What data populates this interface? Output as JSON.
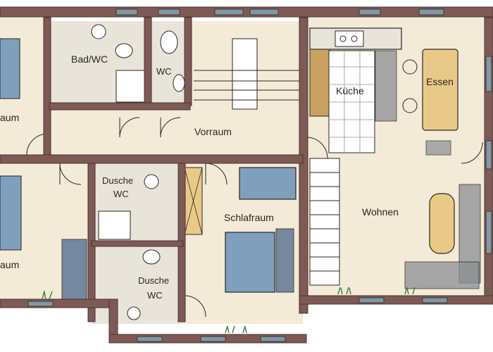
{
  "colors": {
    "wall": "#7d5a55",
    "wall_edge": "#4a3430",
    "floor": "#f3ead8",
    "floor_warm": "#efe0c4",
    "tile": "#e9e4da",
    "window": "#7e98a8",
    "blue_furniture": "#7f9fbd",
    "blue_furniture_dark": "#5f7896",
    "wood": "#e9c988",
    "wood_dark": "#c9a25f",
    "grey": "#8a8f93",
    "grass": "#3f7a3a",
    "line": "#2a2622"
  },
  "rooms": {
    "bad_wc": "Bad/WC",
    "wc_top": "WC",
    "vorraum": "Vorraum",
    "kueche": "Küche",
    "essen": "Essen",
    "wohnen": "Wohnen",
    "schlafraum": "Schlafraum",
    "dusche_wc_1_line1": "Dusche",
    "dusche_wc_1_line2": "WC",
    "dusche_wc_2_line1": "Dusche",
    "dusche_wc_2_line2": "WC",
    "left_top_partial": "aum",
    "left_bottom_partial": "aum"
  }
}
